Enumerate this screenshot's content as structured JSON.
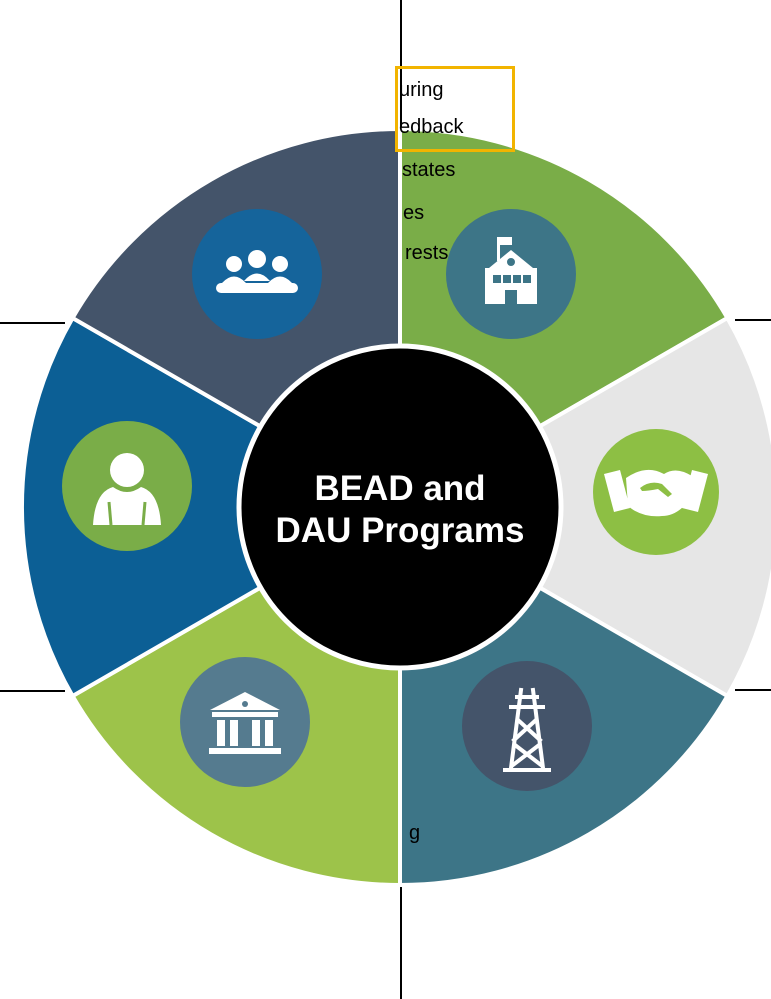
{
  "center": {
    "line1": "BEAD and",
    "line2": "DAU Programs",
    "fill": "#000000"
  },
  "segments": [
    {
      "id": "stakeholders",
      "color": "#7aad48",
      "icon": "people-meeting-icon",
      "icon_bg": "#15649b"
    },
    {
      "id": "education",
      "color": "#e6e6e6",
      "icon": "school-building-icon",
      "icon_bg": "#3d7587"
    },
    {
      "id": "partnerships",
      "color": "#3d7587",
      "icon": "handshake-icon",
      "icon_bg": "#8dbf44"
    },
    {
      "id": "utilities",
      "color": "#9dc34a",
      "icon": "power-tower-icon",
      "icon_bg": "#44546a"
    },
    {
      "id": "government",
      "color": "#0c5f95",
      "icon": "government-building-icon",
      "icon_bg": "#557b8f"
    },
    {
      "id": "individuals",
      "color": "#44546a",
      "icon": "person-icon",
      "icon_bg": "#7aad48"
    }
  ],
  "text_fragments": [
    {
      "id": "frag-1",
      "text": "uring"
    },
    {
      "id": "frag-2",
      "text": "edback"
    },
    {
      "id": "frag-3",
      "text": "states"
    },
    {
      "id": "frag-4",
      "text": "es"
    },
    {
      "id": "frag-5",
      "text": "rests"
    },
    {
      "id": "frag-6",
      "text": "g"
    }
  ],
  "highlight_color": "#f2b400"
}
